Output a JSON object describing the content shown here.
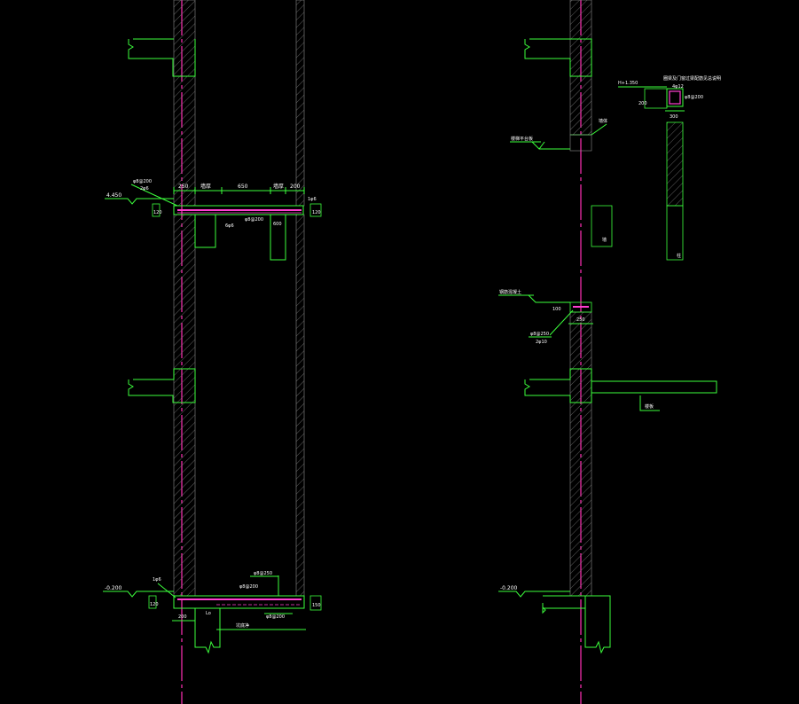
{
  "colors": {
    "background": "#000000",
    "outline": "#3cff3c",
    "centerline": "#ff2fb3",
    "hatch": "#8a8a8a",
    "text": "#ffffff"
  },
  "left_section": {
    "level_top": "4.450",
    "level_bottom": "-0.200",
    "top_beam": {
      "rebar_top": "φ8@200",
      "rebar_count": "2φ6",
      "dim_250": "250",
      "dim_mid": "650",
      "dim_200": "200",
      "dim_left_w": "墙厚",
      "dim_right_w": "墙厚",
      "height_left": "120",
      "height_right": "120",
      "rebar_mid": "φ8@200",
      "rebar_b": "6φ6",
      "right_note": "1φ6",
      "drop_note": "600"
    },
    "bottom_slab": {
      "rebar_a": "φ8@250",
      "rebar_b": "φ8@200",
      "rebar_c": "φ8@200",
      "left_note": "1φ6",
      "height_left": "120",
      "height_right": "150",
      "dim_200": "200",
      "dim_lo": "Lo",
      "dim_bottom": "坑底净"
    }
  },
  "right_section": {
    "beam_note": "圈梁及门窗过梁配筋见总说明",
    "beam_level": "H+1.350",
    "beam_rebar_top": "4φ12",
    "beam_rebar_stirrup": "φ8@200",
    "beam_height": "200",
    "beam_width": "300",
    "wall_label_a": "墙体",
    "ledge_label": "楼梯平台板",
    "small_note": "墙",
    "mid_label": "钢筋混凝土",
    "mid_height": "100",
    "mid_rebar": "φ8@250",
    "mid_rebar_b": "2φ10",
    "mid_width": "250",
    "slab_label": "楼板",
    "level_bottom": "-0.200",
    "tall_col_label": "柱"
  }
}
